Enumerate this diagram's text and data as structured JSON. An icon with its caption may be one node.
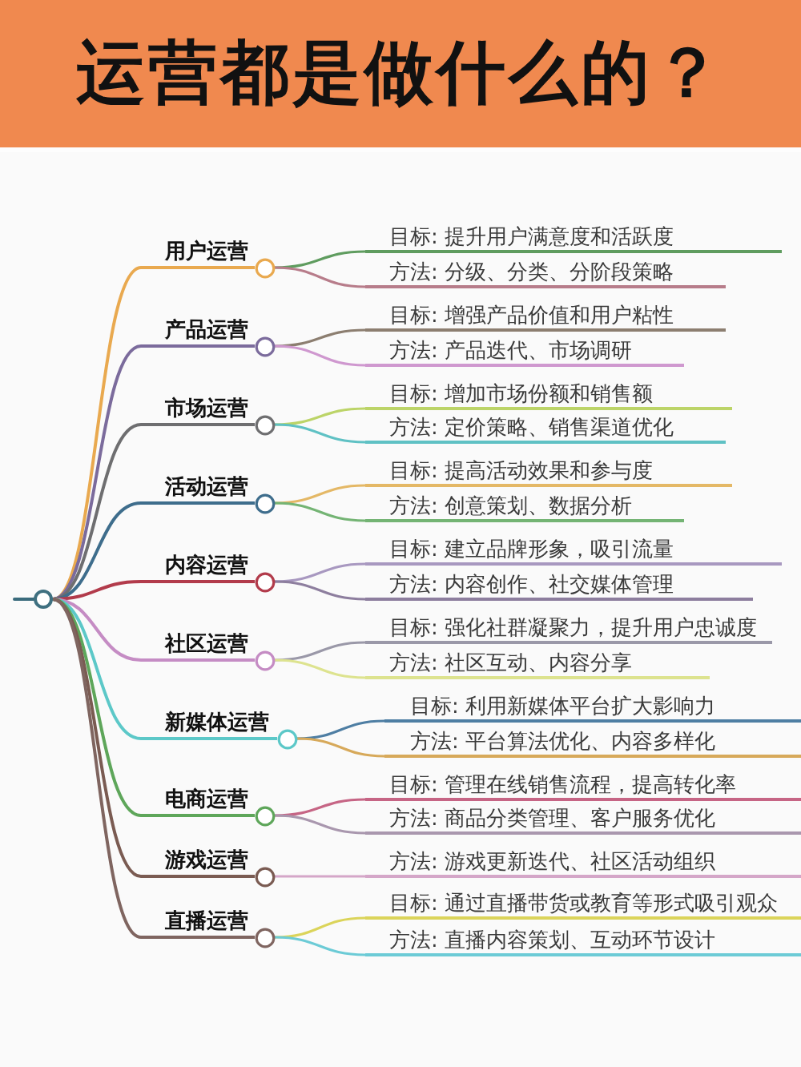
{
  "diagram": {
    "title": "运营都是做什么的？",
    "nodes": [
      {
        "text": [],
        "shape": "circle"
      },
      {
        "text": [
          "用户运营"
        ]
      },
      {
        "text": [
          "目标: 提升用户满意度和活跃度"
        ]
      },
      {
        "text": [
          "方法: 分级、分类、分阶段策略"
        ]
      },
      {
        "text": [
          "产品运营"
        ]
      },
      {
        "text": [
          "目标: 增强产品价值和用户粘性"
        ]
      },
      {
        "text": [
          "方法: 产品迭代、市场调研"
        ]
      },
      {
        "text": [
          "市场运营"
        ]
      },
      {
        "text": [
          "目标: 增加市场份额和销售额"
        ]
      },
      {
        "text": [
          "方法: 定价策略、销售渠道优化"
        ]
      },
      {
        "text": [
          "活动运营"
        ]
      },
      {
        "text": [
          "目标: 提高活动效果和参与度"
        ]
      },
      {
        "text": [
          "方法: 创意策划、数据分析"
        ]
      },
      {
        "text": [
          "内容运营"
        ]
      },
      {
        "text": [
          "目标: 建立品牌形象，吸引流量"
        ]
      },
      {
        "text": [
          "方法: 内容创作、社交媒体管理"
        ]
      },
      {
        "text": [
          "社区运营"
        ]
      },
      {
        "text": [
          "目标: 强化社群凝聚力，提升用户忠诚度"
        ]
      },
      {
        "text": [
          "方法: 社区互动、内容分享"
        ]
      },
      {
        "text": [
          "新媒体运营"
        ]
      },
      {
        "text": [
          "目标: 利用新媒体平台扩大影响力"
        ]
      },
      {
        "text": [
          "方法: 平台算法优化、内容多样化"
        ]
      },
      {
        "text": [
          "电商运营"
        ]
      },
      {
        "text": [
          "目标: 管理在线销售流程，提高转化率"
        ]
      },
      {
        "text": [
          "方法: 商品分类管理、客户服务优化"
        ]
      },
      {
        "text": [
          "游戏运营"
        ]
      },
      {
        "text": [
          "方法: 游戏更新迭代、社区活动组织"
        ]
      },
      {
        "text": [
          "直播运营"
        ]
      },
      {
        "text": [
          "目标: 通过直播带货或教育等形式吸引观众"
        ]
      },
      {
        "text": [
          "方法: 直播内容策划、互动环节设计"
        ]
      }
    ],
    "edges": [
      {
        "from": null,
        "to": 0,
        "arrow": "none",
        "color": "#3a6b7c"
      },
      {
        "from": 0,
        "to": 1,
        "arrow": "none",
        "color": "#e9a94f"
      },
      {
        "from": 0,
        "to": 4,
        "arrow": "none",
        "color": "#7b6b9c"
      },
      {
        "from": 0,
        "to": 7,
        "arrow": "none",
        "color": "#6e6e70"
      },
      {
        "from": 0,
        "to": 10,
        "arrow": "none",
        "color": "#3e6d8c"
      },
      {
        "from": 0,
        "to": 13,
        "arrow": "none",
        "color": "#b23b4b"
      },
      {
        "from": 0,
        "to": 16,
        "arrow": "none",
        "color": "#c58cc4"
      },
      {
        "from": 0,
        "to": 19,
        "arrow": "none",
        "color": "#5cc8c8"
      },
      {
        "from": 0,
        "to": 22,
        "arrow": "none",
        "color": "#5ea65a"
      },
      {
        "from": 0,
        "to": 25,
        "arrow": "none",
        "color": "#7a5b52"
      },
      {
        "from": 0,
        "to": 27,
        "arrow": "none",
        "color": "#7f6560"
      },
      {
        "from": 1,
        "to": 2,
        "arrow": "none",
        "color": "#5f9c5f"
      },
      {
        "from": 1,
        "to": 3,
        "arrow": "none",
        "color": "#b77c8a"
      },
      {
        "from": 4,
        "to": 5,
        "arrow": "none",
        "color": "#8c7e70"
      },
      {
        "from": 4,
        "to": 6,
        "arrow": "none",
        "color": "#cf98cf"
      },
      {
        "from": 7,
        "to": 8,
        "arrow": "none",
        "color": "#bcd468"
      },
      {
        "from": 7,
        "to": 9,
        "arrow": "none",
        "color": "#5fc1c4"
      },
      {
        "from": 10,
        "to": 11,
        "arrow": "none",
        "color": "#e4b866"
      },
      {
        "from": 10,
        "to": 12,
        "arrow": "none",
        "color": "#74b474"
      },
      {
        "from": 13,
        "to": 14,
        "arrow": "none",
        "color": "#a898c0"
      },
      {
        "from": 13,
        "to": 15,
        "arrow": "none",
        "color": "#8d7e9e"
      },
      {
        "from": 16,
        "to": 17,
        "arrow": "none",
        "color": "#9a98a8"
      },
      {
        "from": 16,
        "to": 18,
        "arrow": "none",
        "color": "#dde38f"
      },
      {
        "from": 19,
        "to": 20,
        "arrow": "none",
        "color": "#4e7ea3"
      },
      {
        "from": 19,
        "to": 21,
        "arrow": "none",
        "color": "#d7a95a"
      },
      {
        "from": 22,
        "to": 23,
        "arrow": "none",
        "color": "#c66585"
      },
      {
        "from": 22,
        "to": 24,
        "arrow": "none",
        "color": "#a997ae"
      },
      {
        "from": 25,
        "to": 26,
        "arrow": "none",
        "color": "#d4a6c8"
      },
      {
        "from": 27,
        "to": 28,
        "arrow": "none",
        "color": "#dbd45a"
      },
      {
        "from": 27,
        "to": 29,
        "arrow": "none",
        "color": "#6ccbd6"
      }
    ]
  }
}
